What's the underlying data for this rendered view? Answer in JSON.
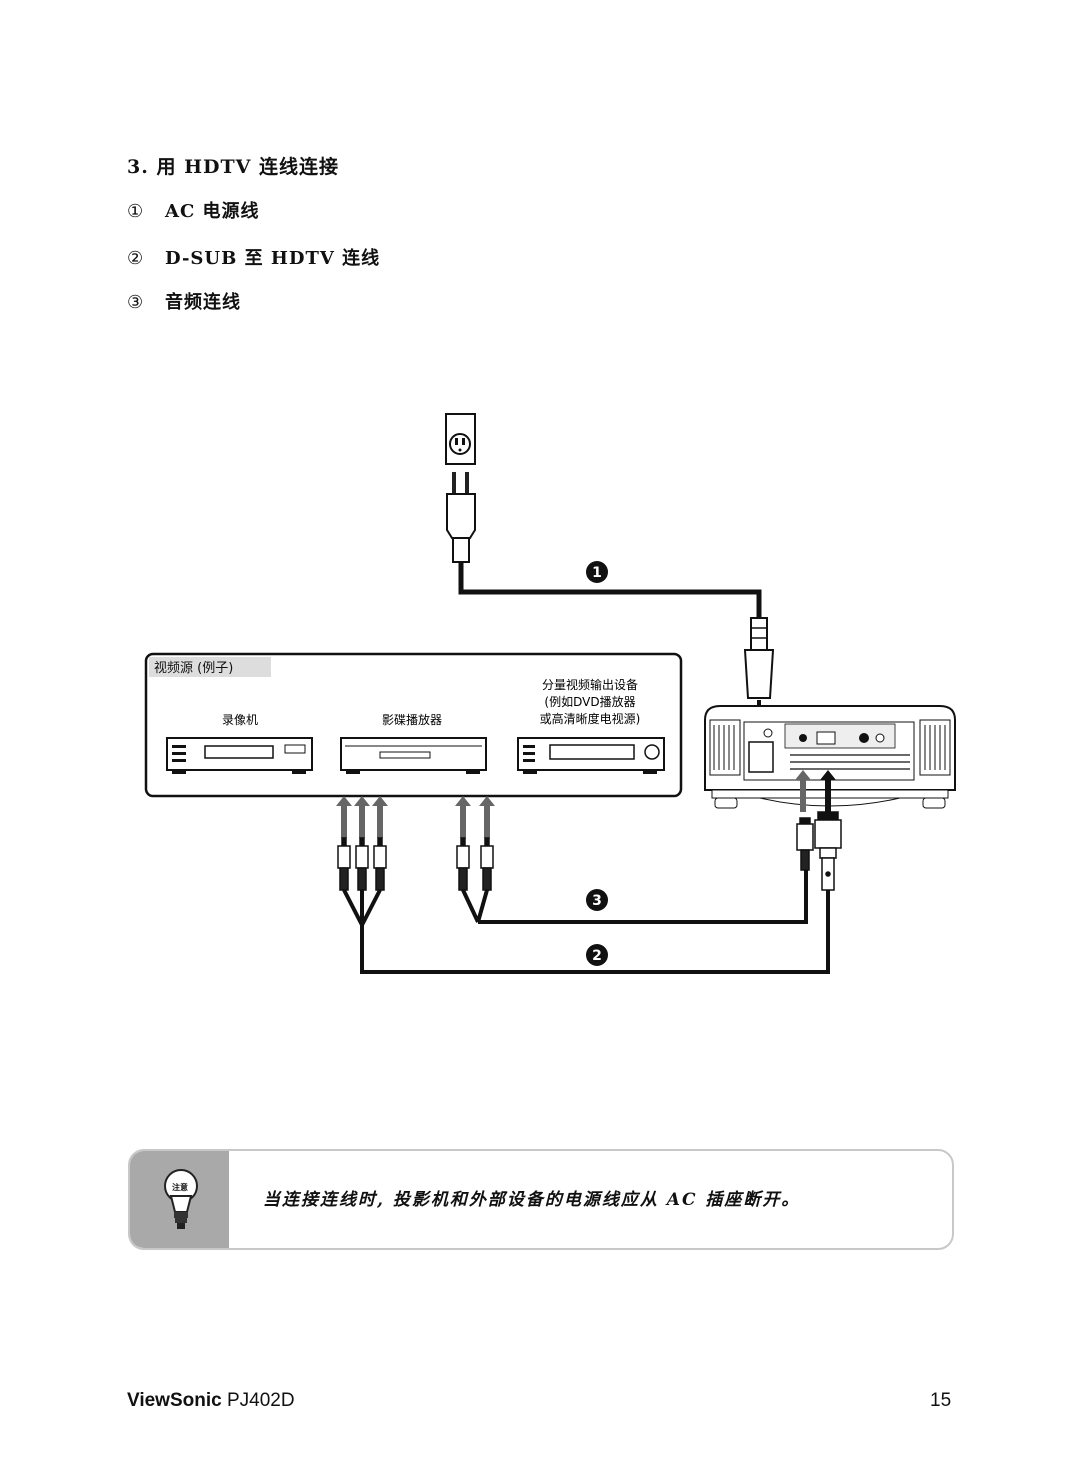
{
  "section": {
    "heading": "3. 用 HDTV 连线连接",
    "items": [
      {
        "marker": "①",
        "text": "AC 电源线"
      },
      {
        "marker": "②",
        "text": "D-SUB 至 HDTV 连线"
      },
      {
        "marker": "③",
        "text": "音频连线"
      }
    ]
  },
  "diagram": {
    "callouts": [
      "1",
      "2",
      "3"
    ],
    "source_box_title": "视频源 (例子)",
    "devices": [
      {
        "label": "录像机"
      },
      {
        "label": "影碟播放器"
      },
      {
        "label_lines": [
          "分量视频输出设备",
          "(例如DVD播放器",
          "或高清晰度电视源)"
        ]
      }
    ]
  },
  "note": {
    "icon_label": "注意",
    "text": "当连接连线时, 投影机和外部设备的电源线应从 AC 插座断开。"
  },
  "footer": {
    "brand": "ViewSonic",
    "model": "PJ402D",
    "page_number": "15"
  }
}
